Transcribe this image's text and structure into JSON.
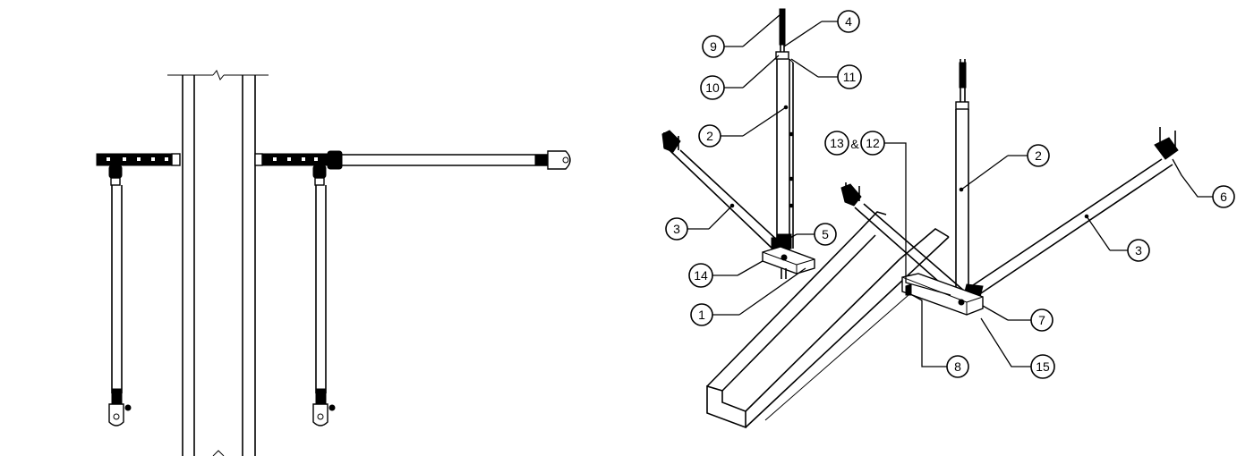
{
  "callouts": [
    {
      "id": "c9",
      "label": "9"
    },
    {
      "id": "c4",
      "label": "4"
    },
    {
      "id": "c10",
      "label": "10"
    },
    {
      "id": "c11",
      "label": "11"
    },
    {
      "id": "c2a",
      "label": "2"
    },
    {
      "id": "c13",
      "label": "13"
    },
    {
      "id": "c12",
      "label": "12"
    },
    {
      "id": "c2b",
      "label": "2"
    },
    {
      "id": "c6",
      "label": "6"
    },
    {
      "id": "c3a",
      "label": "3"
    },
    {
      "id": "c5",
      "label": "5"
    },
    {
      "id": "c3b",
      "label": "3"
    },
    {
      "id": "c14",
      "label": "14"
    },
    {
      "id": "c1",
      "label": "1"
    },
    {
      "id": "c7",
      "label": "7"
    },
    {
      "id": "c8",
      "label": "8"
    },
    {
      "id": "c15",
      "label": "15"
    }
  ],
  "joiner": "&",
  "colors": {
    "line": "#000000",
    "background": "#ffffff"
  }
}
